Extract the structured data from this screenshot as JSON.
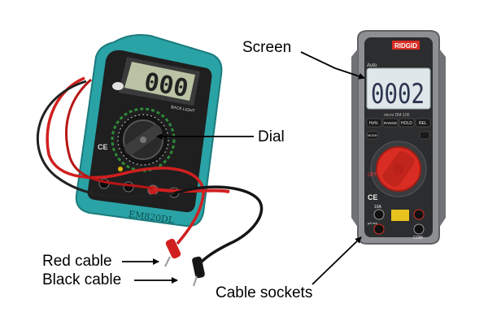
{
  "labels": {
    "screen": "Screen",
    "dial": "Dial",
    "red_cable": "Red cable",
    "black_cable": "Black cable",
    "cable_sockets": "Cable sockets"
  },
  "left_meter": {
    "display": "000",
    "model": "EM820DL",
    "ce_mark": "CE",
    "backlight": "BACK LIGHT",
    "body_color": "#2aa3a6",
    "face_color": "#1f1f1f",
    "lcd_color": "#b9c3a4"
  },
  "right_meter": {
    "brand": "RIDGID",
    "display": "0002",
    "model": "micro DM-100",
    "auto": "Auto",
    "buttons": [
      "Hz%",
      "RANGE",
      "HOLD",
      "REL"
    ],
    "mode": "MODE",
    "off": "OFF",
    "ce_mark": "CE",
    "sockets": [
      "10A",
      "μA mA",
      "COM"
    ],
    "body_color": "#8d8f92",
    "dial_color": "#d92c22",
    "lcd_color": "#dfe7ea"
  },
  "colors": {
    "red_cable": "#d11f1f",
    "black_cable": "#151515",
    "arrow": "#000000"
  }
}
